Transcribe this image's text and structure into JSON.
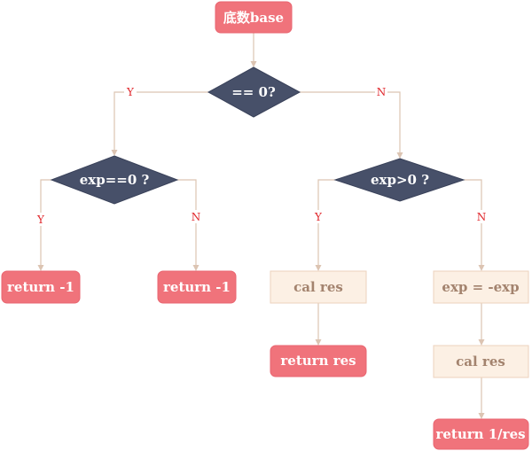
{
  "nodes": {
    "start": "底数base",
    "base_zero": "== 0?",
    "exp_zero": "exp==0 ?",
    "exp_positive": "exp>0 ?",
    "return_left": "return -1",
    "return_mid": "return -1",
    "cal_res_pos": "cal res",
    "return_res": "return res",
    "negate_exp": "exp = -exp",
    "cal_res_neg": "cal res",
    "return_inverse": "return 1/res"
  },
  "branches": {
    "base_zero_yes": "Y",
    "base_zero_no": "N",
    "exp_zero_yes": "Y",
    "exp_zero_no": "N",
    "exp_positive_yes": "Y",
    "exp_positive_no": "N"
  },
  "colors": {
    "terminal": "#f0737b",
    "decision": "#475069",
    "process": "#fcf0e4",
    "connector": "#dcc4b2",
    "branch_label": "#e0262b"
  }
}
